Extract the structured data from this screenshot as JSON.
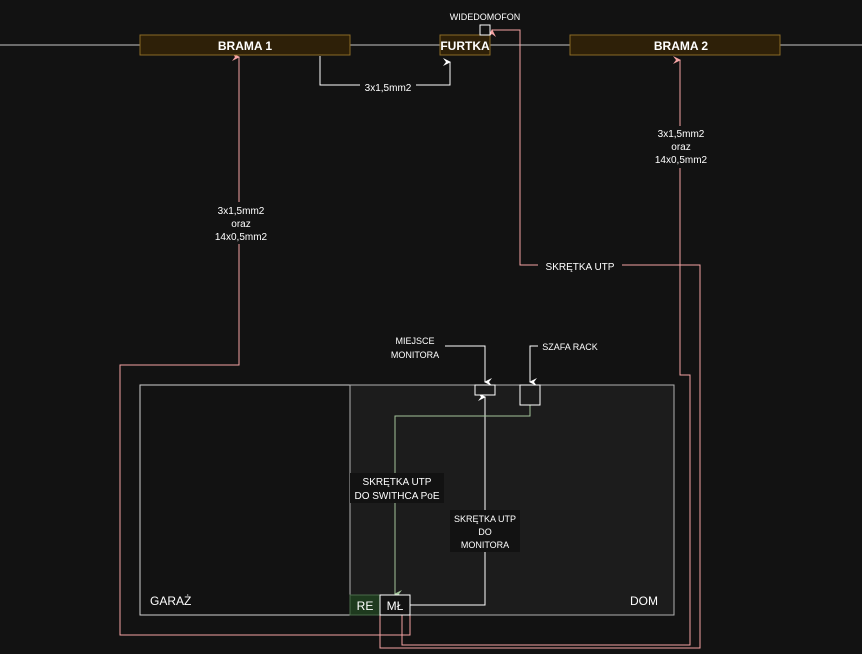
{
  "diagram": {
    "nodes": {
      "brama1": "BRAMA 1",
      "furtka": "FURTKA",
      "brama2": "BRAMA 2",
      "widedomofon": "WIDEDOMOFON",
      "garaz": "GARAŻ",
      "dom": "DOM",
      "re": "RE",
      "ml": "MŁ",
      "miejsce_monitora": [
        "MIEJSCE",
        "MONITORA"
      ],
      "szafa_rack": "SZAFA RACK"
    },
    "edges": {
      "brama1_furtka": "3x1,5mm2",
      "brama1_cable": [
        "3x1,5mm2",
        "oraz",
        "14x0,5mm2"
      ],
      "brama2_cable": [
        "3x1,5mm2",
        "oraz",
        "14x0,5mm2"
      ],
      "utp_widedomofon": "SKRĘTKA UTP",
      "utp_switch": [
        "SKRĘTKA UTP",
        "DO SWITHCA PoE"
      ],
      "utp_monitor": [
        "SKRĘTKA UTP",
        "DO",
        "MONITORA"
      ]
    },
    "colors": {
      "background": "#121212",
      "gate_fill": "#2e2008",
      "gate_stroke": "#8b6a25",
      "red_line": "#f4a3a3",
      "green_line": "#a3c49a",
      "white_line": "#ffffff",
      "re_fill": "#1e3a1e"
    }
  }
}
